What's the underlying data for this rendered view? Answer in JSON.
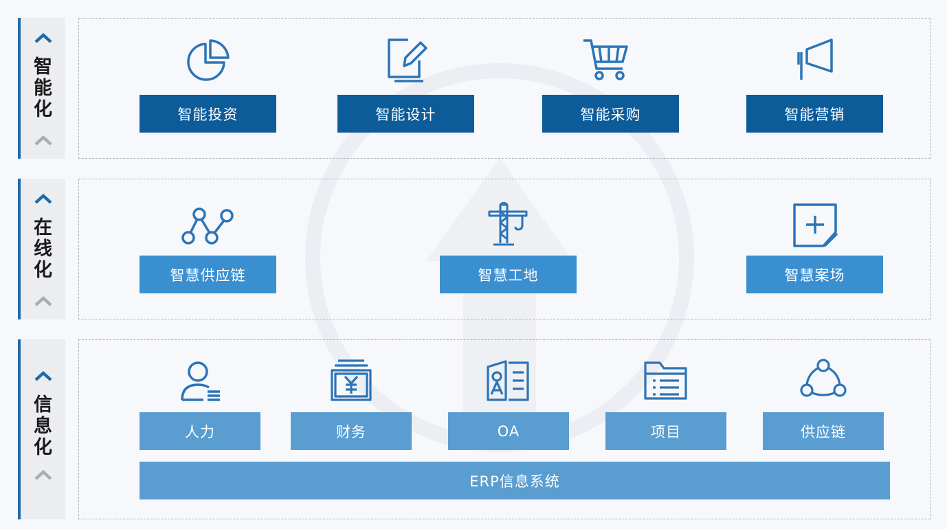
{
  "colors": {
    "tier_accent": "#1f6aa8",
    "intelligent_box": "#0d5c9a",
    "online_box": "#3a8fd0",
    "info_box": "#5a9dd0",
    "icon_stroke": "#2b74b8"
  },
  "tiers": {
    "intelligent": {
      "label": "智\n能\n化",
      "items": [
        {
          "label": "智能投资",
          "icon": "pie-chart-icon"
        },
        {
          "label": "智能设计",
          "icon": "edit-document-icon"
        },
        {
          "label": "智能采购",
          "icon": "shopping-cart-icon"
        },
        {
          "label": "智能营销",
          "icon": "megaphone-icon"
        }
      ]
    },
    "online": {
      "label": "在\n线\n化",
      "items": [
        {
          "label": "智慧供应链",
          "icon": "network-nodes-icon"
        },
        {
          "label": "智慧工地",
          "icon": "tower-crane-icon"
        },
        {
          "label": "智慧案场",
          "icon": "add-note-icon"
        }
      ]
    },
    "informatization": {
      "label": "信\n息\n化",
      "items": [
        {
          "label": "人力",
          "icon": "user-profile-icon"
        },
        {
          "label": "财务",
          "icon": "yuan-cash-icon"
        },
        {
          "label": "OA",
          "icon": "id-card-icon"
        },
        {
          "label": "项目",
          "icon": "folder-list-icon"
        },
        {
          "label": "供应链",
          "icon": "cycle-nodes-icon"
        }
      ],
      "foundation": "ERP信息系统"
    }
  }
}
